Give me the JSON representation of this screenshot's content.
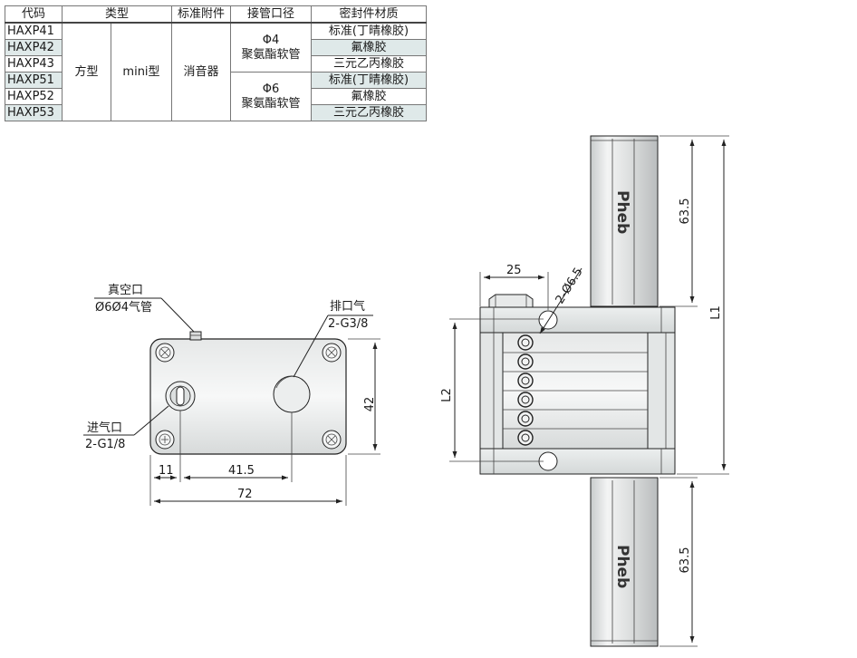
{
  "table": {
    "headers": [
      "代码",
      "类型",
      "标准附件",
      "接管口径",
      "密封件材质"
    ],
    "codes": [
      "HAXP41",
      "HAXP42",
      "HAXP43",
      "HAXP51",
      "HAXP52",
      "HAXP53"
    ],
    "type_1": "方型",
    "type_2": "mini型",
    "accessory": "消音器",
    "port_group_1": {
      "size": "Φ4",
      "tube": "聚氨酯软管"
    },
    "port_group_2": {
      "size": "Φ6",
      "tube": "聚氨酯软管"
    },
    "seals": [
      "标准(丁晴橡胶)",
      "氟橡胶",
      "三元乙丙橡胶",
      "标准(丁晴橡胶)",
      "氟橡胶",
      "三元乙丙橡胶"
    ]
  },
  "front_view": {
    "vacuum_port_label": "真空口",
    "vacuum_port_spec": "Ø6Ø4气管",
    "exhaust_label": "排口气",
    "exhaust_spec": "2-G3/8",
    "inlet_label": "进气口",
    "inlet_spec": "2-G1/8",
    "dim_height": "42",
    "dim_offset": "11",
    "dim_span": "41.5",
    "dim_width": "72"
  },
  "side_view": {
    "dim_top_offset": "25",
    "hole_spec": "2-Ø6.5",
    "dim_l1": "L1",
    "dim_l2": "L2",
    "dim_upper_cyl": "63.5",
    "dim_lower_cyl": "63.5",
    "brand_upper": "Pheb",
    "brand_lower": "Pheb"
  }
}
